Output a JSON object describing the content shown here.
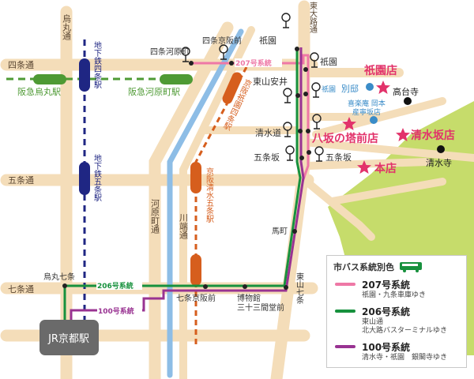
{
  "colors": {
    "road": "#f4ddb9",
    "river": "#8dbde6",
    "hankyu": "#4e9a34",
    "subway": "#1f2683",
    "keihan": "#d65e1d",
    "bus207": "#ee78a6",
    "bus206": "#17913d",
    "bus100": "#993392",
    "shop": "#e2336b",
    "park": "#c6dc6b",
    "sight": "#3a8cc8"
  },
  "roads": {
    "karasuma": "烏丸通",
    "shijo": "四条通",
    "gojo": "五条通",
    "shichijo": "七条通",
    "kawaramachi": "河原町通",
    "kawabata": "川端通",
    "higashioji": "東大路通"
  },
  "stations": {
    "hankyu_karasuma": "阪急烏丸駅",
    "hankyu_kawaramachi": "阪急河原町駅",
    "subway_shijo": "地下鉄四条駅",
    "subway_gojo": "地下鉄五条駅",
    "keihan_gion_shijo": "京阪祇園四条駅",
    "keihan_kiyomizu_gojo": "京阪清水五条駅",
    "jr_kyoto": "JR京都駅"
  },
  "bus_stops": {
    "shijo_kawaramachi": "四条河原町",
    "shijo_keihanmae": "四条京阪前",
    "gion_w": "祇園",
    "gion_e": "祇園",
    "higashiyama_yasui": "東山安井",
    "kiyomizumichi": "清水道",
    "gojozaka_w": "五条坂",
    "gojozaka_e": "五条坂",
    "umamachi": "馬町",
    "higashiyama_shichijo": "東山七条",
    "karasuma_shichijo": "烏丸七条",
    "shichijo_keihanmae": "七条京阪前",
    "hakubutsukan": "博物館",
    "sanjusangendo": "三十三間堂前"
  },
  "route_labels": {
    "r207": "207号系統",
    "r206": "206号系統",
    "r100": "100号系統"
  },
  "shops": {
    "gion": "祇園店",
    "bettei_prefix": "祇園",
    "bettei": "別邸",
    "yasaka": "八坂の塔前店",
    "kiyomizuzaka": "清水坂店",
    "honten": "本店"
  },
  "sights": {
    "kodaiji": "高台寺",
    "kiyomizudera": "清水寺",
    "kirakuan_1": "喜楽庵 岡本",
    "kirakuan_2": "産寧坂店"
  },
  "legend": {
    "title": "市バス系統別色",
    "items": [
      {
        "name": "207号系統",
        "sub": [
          "祇園・九条車庫ゆき"
        ]
      },
      {
        "name": "206号系統",
        "sub": [
          "東山通",
          "北大路バスターミナルゆき"
        ]
      },
      {
        "name": "100号系統",
        "sub": [
          "清水寺・祇園　銀閣寺ゆき"
        ]
      }
    ]
  }
}
